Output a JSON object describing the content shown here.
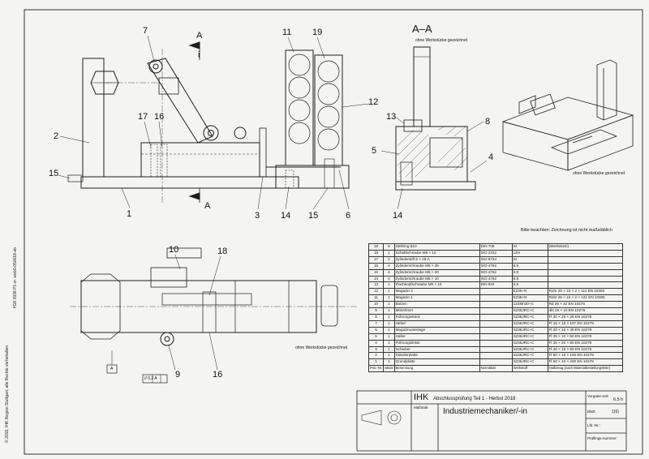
{
  "view_labels": {
    "section_mark_top": "A",
    "section_mark_top_sub": "i",
    "section_mark_bottom": "A",
    "section_title": "A–A",
    "section_note": "ohne Werkstücke gezeichnet",
    "iso_note": "ohne Werkstücke gezeichnet",
    "plan_note": "ohne Werkstücke gezeichnet",
    "scale_note": "Bitte beachten: Zeichnung ist nicht maßstäblich",
    "datum_a": "A",
    "tolerance_frame": "// 0,2 A"
  },
  "balloons": {
    "front": [
      {
        "id": "b7",
        "text": "7"
      },
      {
        "id": "b11",
        "text": "11"
      },
      {
        "id": "b19",
        "text": "19"
      },
      {
        "id": "b12",
        "text": "12"
      },
      {
        "id": "b2",
        "text": "2"
      },
      {
        "id": "b17",
        "text": "17"
      },
      {
        "id": "b16",
        "text": "16"
      },
      {
        "id": "b15",
        "text": "15"
      },
      {
        "id": "b1",
        "text": "1"
      },
      {
        "id": "b3",
        "text": "3"
      },
      {
        "id": "b14",
        "text": "14"
      },
      {
        "id": "b15b",
        "text": "15"
      },
      {
        "id": "b6",
        "text": "6"
      }
    ],
    "section": [
      {
        "id": "s13",
        "text": "13"
      },
      {
        "id": "s8",
        "text": "8"
      },
      {
        "id": "s5",
        "text": "5"
      },
      {
        "id": "s4",
        "text": "4"
      },
      {
        "id": "s14",
        "text": "14"
      }
    ],
    "plan": [
      {
        "id": "p10",
        "text": "10"
      },
      {
        "id": "p18",
        "text": "18"
      },
      {
        "id": "p9",
        "text": "9"
      },
      {
        "id": "p16",
        "text": "16"
      }
    ]
  },
  "parts_list": {
    "rows": [
      {
        "pos": "19",
        "qty": "8",
        "name": "Stellring B10",
        "norm": "DIN 705",
        "mat": "St",
        "blank": "(Werkstück)"
      },
      {
        "pos": "18",
        "qty": "1",
        "name": "Schaftschraube M6 × 16",
        "norm": "ISO 2342",
        "mat": "14H",
        "blank": ""
      },
      {
        "pos": "17",
        "qty": "2",
        "name": "Zylinderstift 5 × 28-A",
        "norm": "ISO 8734",
        "mat": "St",
        "blank": ""
      },
      {
        "pos": "16",
        "qty": "4",
        "name": "Zylinderschraube M5 × 25",
        "norm": "ISO 4762",
        "mat": "8.8",
        "blank": ""
      },
      {
        "pos": "15",
        "qty": "4",
        "name": "Zylinderschraube M5 × 20",
        "norm": "ISO 4762",
        "mat": "8.8",
        "blank": ""
      },
      {
        "pos": "14",
        "qty": "4",
        "name": "Zylinderschraube M5 × 10",
        "norm": "ISO 4762",
        "mat": "8.8",
        "blank": ""
      },
      {
        "pos": "13",
        "qty": "1",
        "name": "Flachkopfschraube M6 × 10",
        "norm": "DIN 923",
        "mat": "5.8",
        "blank": ""
      },
      {
        "pos": "12",
        "qty": "1",
        "name": "Magazin 2",
        "norm": "",
        "mat": "E235+N",
        "blank": "Rohr 25 × 15 × 2 × 111 EN 10305"
      },
      {
        "pos": "11",
        "qty": "1",
        "name": "Magazin 1",
        "norm": "",
        "mat": "E235+N",
        "blank": "Rohr 25 × 15 × 2 × 121 EN 10305"
      },
      {
        "pos": "10",
        "qty": "1",
        "name": "Bolzen",
        "norm": "",
        "mat": "11SMn30+C",
        "blank": "Rd 25 × 42 EN 10278"
      },
      {
        "pos": "9",
        "qty": "1",
        "name": "Mitnehmer",
        "norm": "",
        "mat": "S235JRC+C",
        "blank": "4kt 25 × 10 EN 10278"
      },
      {
        "pos": "8",
        "qty": "1",
        "name": "Führungsstück",
        "norm": "",
        "mat": "S235JRC+C",
        "blank": "Fl 30 × 25 × 35 EN 10278"
      },
      {
        "pos": "7",
        "qty": "1",
        "name": "Hebel",
        "norm": "",
        "mat": "S235JRC+C",
        "blank": "Fl 15 × 10 × 107 EN 10278"
      },
      {
        "pos": "6",
        "qty": "1",
        "name": "Magazinunterlage",
        "norm": "",
        "mat": "S235JRC+C",
        "blank": "Fl 20 × 10 × 45 EN 10278"
      },
      {
        "pos": "5",
        "qty": "1",
        "name": "Halter",
        "norm": "",
        "mat": "S235JRC+C",
        "blank": "Fl 25 × 10 × 50 EN 10278"
      },
      {
        "pos": "4",
        "qty": "1",
        "name": "Führungsleiste",
        "norm": "",
        "mat": "S235JRC+C",
        "blank": "Fl 25 × 20 × 90 EN 10278"
      },
      {
        "pos": "3",
        "qty": "1",
        "name": "Schieber",
        "norm": "",
        "mat": "S235JRC+C",
        "blank": "Fl 40 × 10 × 90 EN 10278"
      },
      {
        "pos": "2",
        "qty": "1",
        "name": "Ständerplatte",
        "norm": "",
        "mat": "S235JRC+C",
        "blank": "Fl 60 × 10 × 105 EN 10278"
      },
      {
        "pos": "1",
        "qty": "1",
        "name": "Grundplatte",
        "norm": "",
        "mat": "S235JRC+C",
        "blank": "Fl 60 × 10 × 200 EN 10278"
      }
    ],
    "header": {
      "pos": "Pos.-Nr.",
      "qty": "Stück",
      "name": "Benennung",
      "norm": "Normblatt",
      "mat": "Werkstoff",
      "blank": "Halbzeug (nach Materialbestellungsliste)"
    }
  },
  "title_block": {
    "org": "IHK",
    "exam": "Abschlussprüfung Teil 1 - Herbst 2018",
    "scale_label": "Maßstab",
    "title": "Industriemechaniker/-in",
    "time_label": "Vorgabe-zeit:",
    "time_value": "6,5 h",
    "sheet_label": "Blatt:",
    "sheet_value": "1(6)",
    "item_label": "Lfd.-Nr.:",
    "candidate_label": "Prüflings-nummer:"
  },
  "margin_text": {
    "copyright": "© 2018, IHK Region Stuttgart, alle Rechte vorbehalten",
    "code": "H18 3938 P1-zr. web0-050018-ab"
  }
}
